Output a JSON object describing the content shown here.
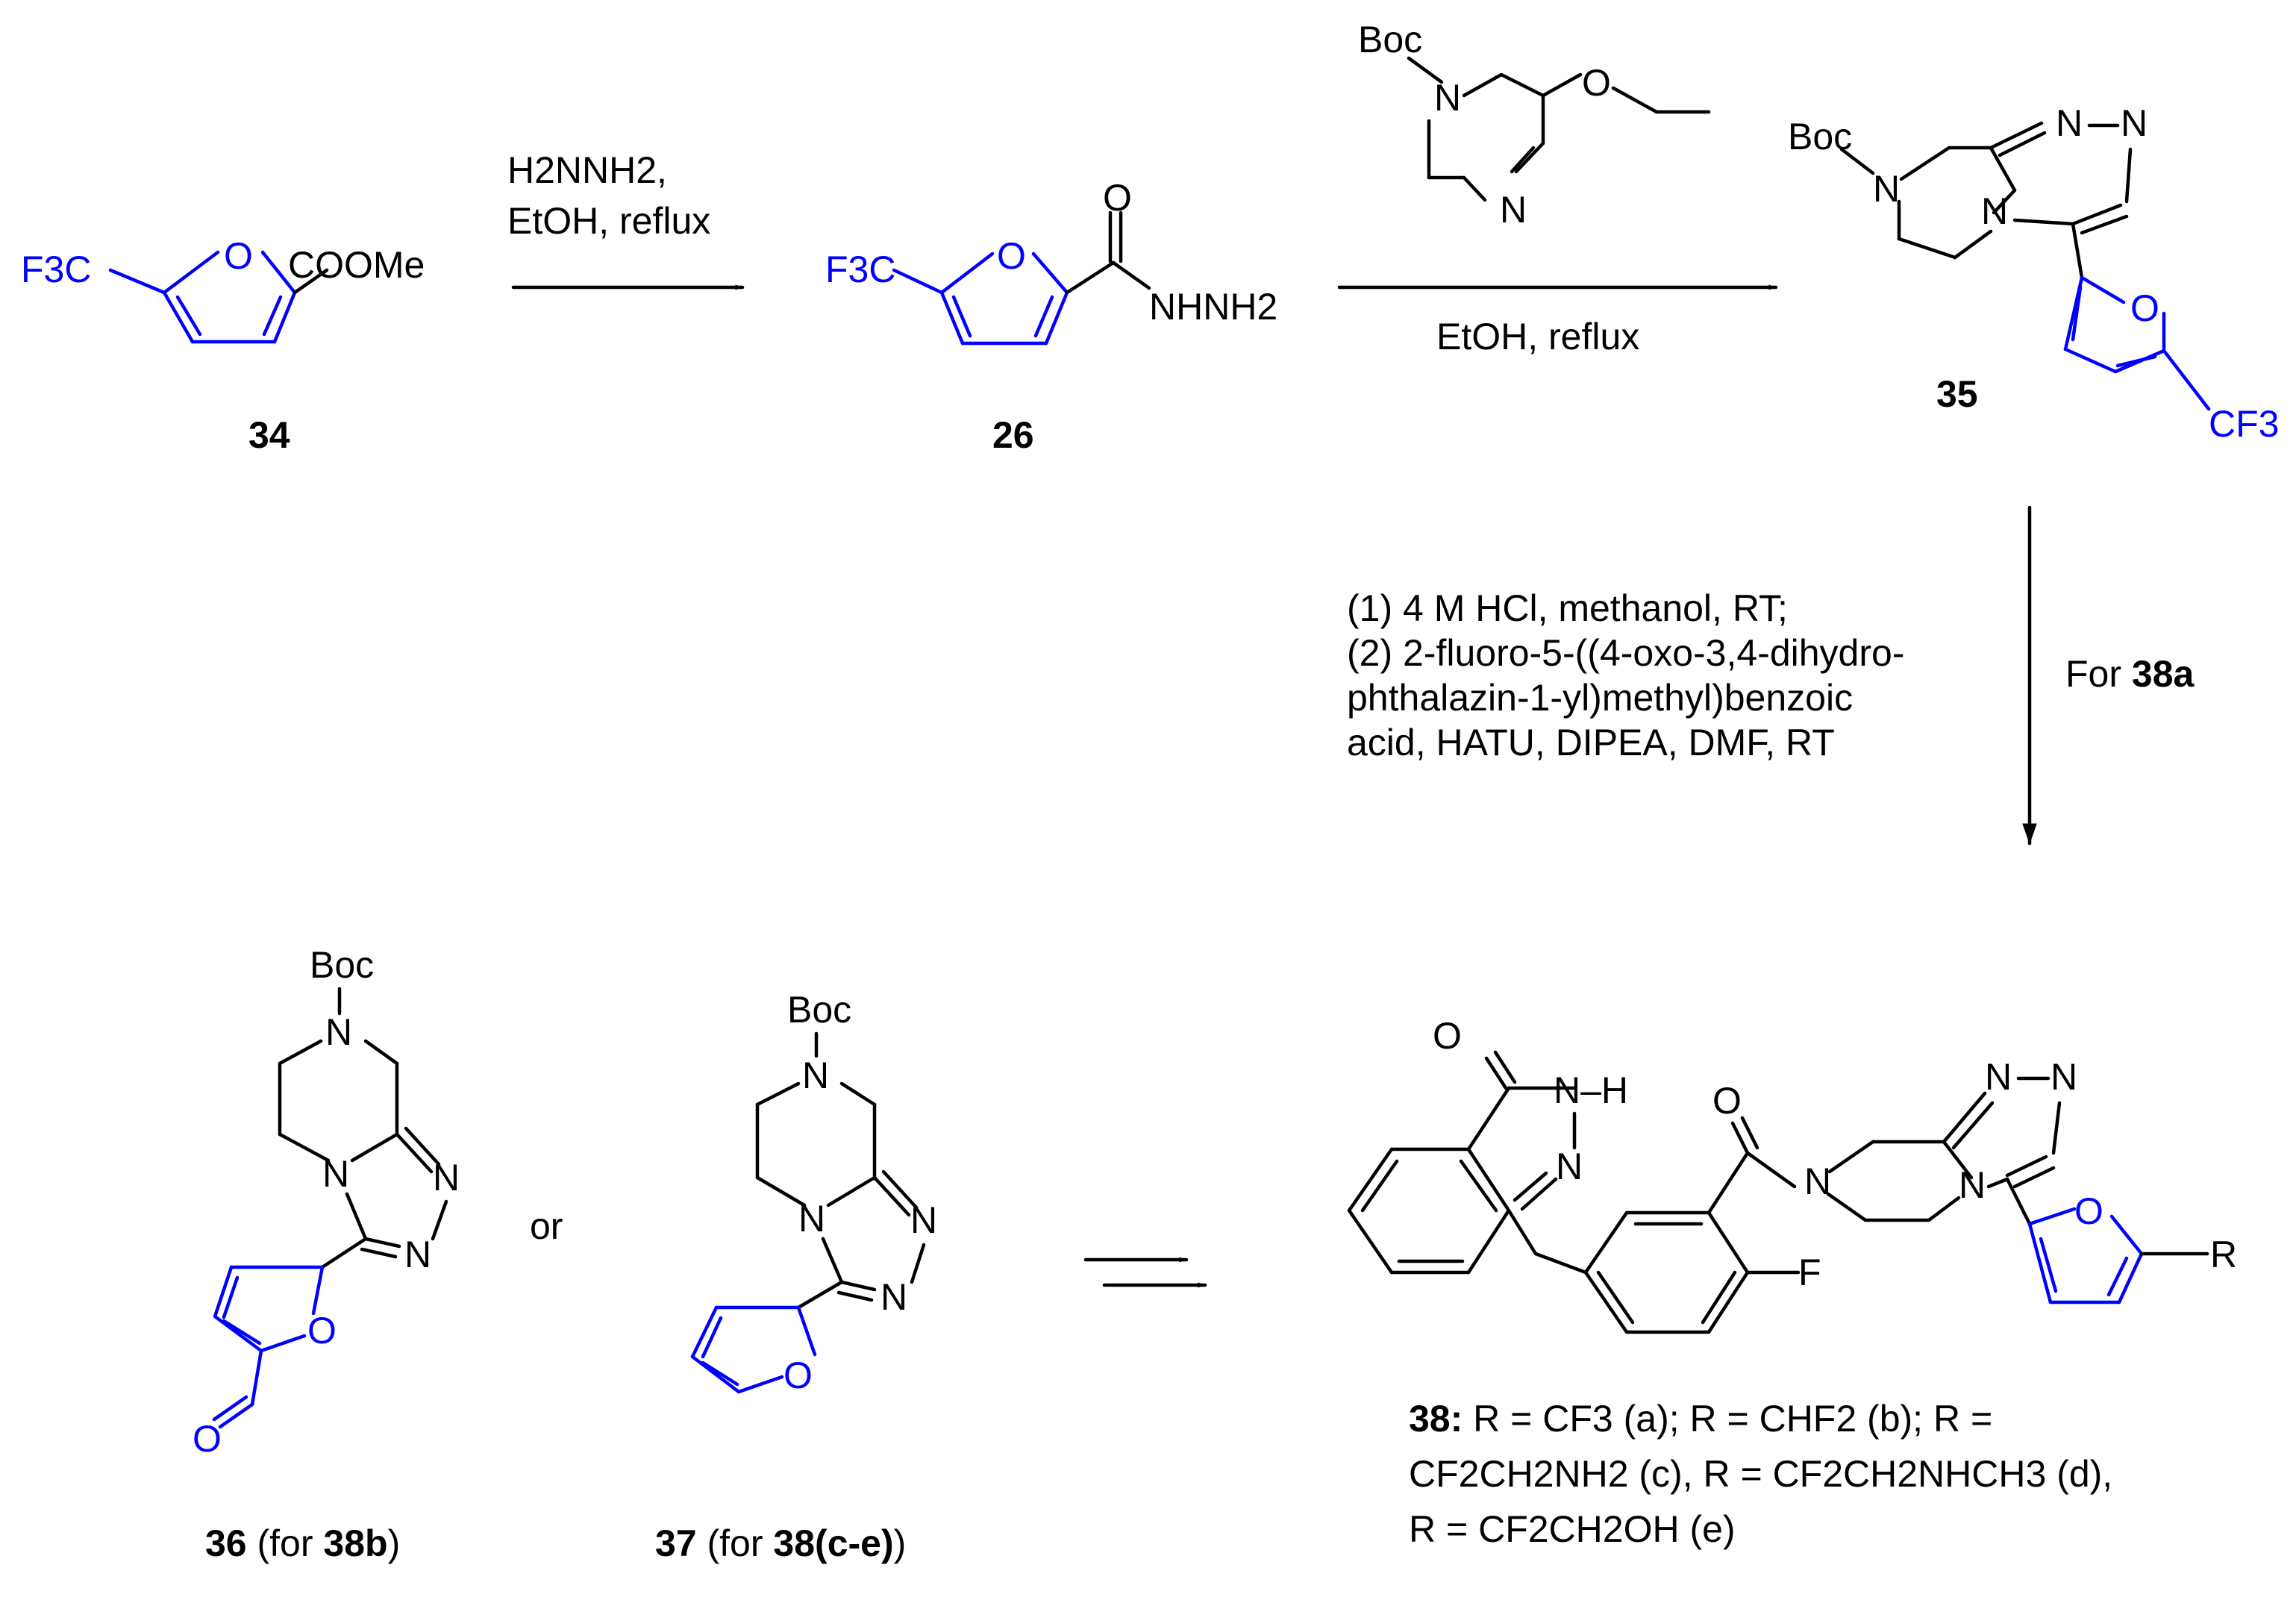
{
  "compounds": {
    "c34": {
      "number": "34",
      "f3c": "F3C",
      "o": "O",
      "ester": "COOMe"
    },
    "c26": {
      "number": "26",
      "f3c": "F3C",
      "o": "O",
      "carbonyl_o": "O",
      "hydrazide": "NHNH2"
    },
    "c35": {
      "number": "35",
      "boc": "Boc",
      "n": "N",
      "cf3": "CF3",
      "o": "O"
    },
    "c36": {
      "number": "36",
      "note_prefix": " (for ",
      "note_ref": "38b",
      "note_suffix": ")",
      "boc": "Boc",
      "n": "N",
      "o": "O",
      "aldehyde_o": "O"
    },
    "c37": {
      "number": "37",
      "note_prefix": " (for ",
      "note_ref": "38",
      "note_ref2": "(c-e)",
      "note_suffix": ")",
      "boc": "Boc",
      "n": "N",
      "o": "O"
    },
    "c38": {
      "number": "38:",
      "r": "R",
      "f": "F",
      "o": "O",
      "n": "N",
      "nh": "N–H",
      "variants_line1": "R = CF3 (a); R = CHF2 (b); R =",
      "variants_line2": "CF2CH2NH2 (c), R = CF2CH2NHCH3 (d),",
      "variants_line3": "R = CF2CH2OH (e)"
    }
  },
  "reagents": {
    "step1": {
      "line1": "H2NNH2,",
      "line2": "EtOH, reflux"
    },
    "step2": {
      "reagent_boc": "Boc",
      "reagent_n": "N",
      "reagent_o": "O",
      "conditions": "EtOH, reflux"
    },
    "step3": {
      "line1": "(1) 4 M HCl, methanol, RT;",
      "line2": "(2) 2-fluoro-5-((4-oxo-3,4-dihydro-",
      "line3": "phthalazin-1-yl)methyl)benzoic",
      "line4": "acid, HATU, DIPEA, DMF, RT",
      "side_prefix": "For ",
      "side_ref": "38a"
    },
    "connector": "or"
  }
}
